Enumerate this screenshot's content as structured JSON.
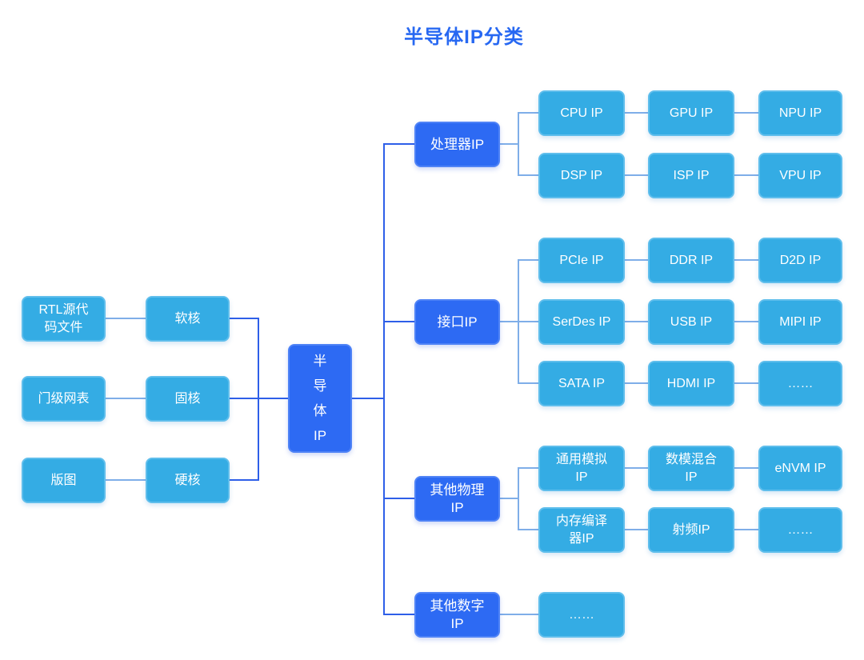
{
  "title": "半导体IP分类",
  "root": {
    "label": "半\n导\n体\nIP"
  },
  "left": {
    "rows": [
      {
        "source": "RTL源代\n码文件",
        "core": "软核"
      },
      {
        "source": "门级网表",
        "core": "固核"
      },
      {
        "source": "版图",
        "core": "硬核"
      }
    ]
  },
  "groups": [
    {
      "label": "处理器IP",
      "children": [
        [
          "CPU IP",
          "GPU IP",
          "NPU IP"
        ],
        [
          "DSP IP",
          "ISP IP",
          "VPU IP"
        ]
      ]
    },
    {
      "label": "接口IP",
      "children": [
        [
          "PCIe IP",
          "DDR IP",
          "D2D IP"
        ],
        [
          "SerDes IP",
          "USB IP",
          "MIPI IP"
        ],
        [
          "SATA IP",
          "HDMI IP",
          "……"
        ]
      ]
    },
    {
      "label": "其他物理\nIP",
      "children": [
        [
          "通用模拟\nIP",
          "数模混合\nIP",
          "eNVM IP"
        ],
        [
          "内存编译\n器IP",
          "射频IP",
          "……"
        ]
      ]
    },
    {
      "label": "其他数字\nIP",
      "children": [
        [
          "……"
        ]
      ]
    }
  ],
  "colors": {
    "title_color": "#2768F2",
    "dark_box": "#2D6AF3",
    "light_box": "#34ACE4",
    "dark_line": "#2E5FE8",
    "light_line": "#7FAEE8"
  }
}
